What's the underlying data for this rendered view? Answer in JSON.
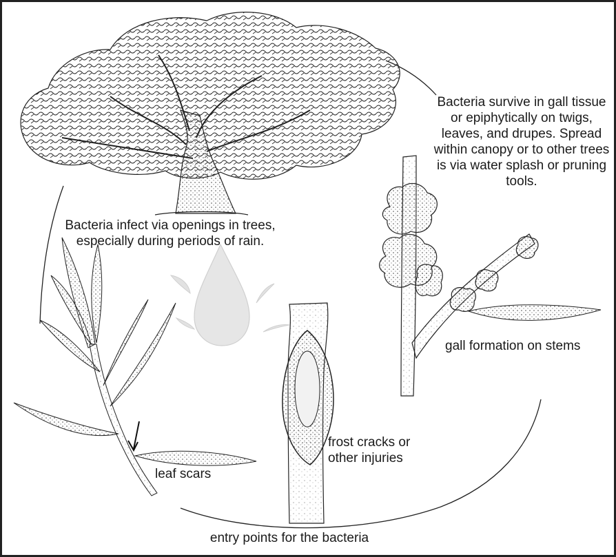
{
  "labels": {
    "survive": "Bacteria survive in gall tissue or epiphytically on twigs, leaves, and drupes. Spread within canopy or to other trees is via water splash or pruning tools.",
    "infect": "Bacteria infect via openings in trees, especially during periods of rain.",
    "gall": "gall formation on stems",
    "frost": "frost cracks or other injuries",
    "leaf_scars": "leaf scars",
    "entry": "entry points for the bacteria"
  },
  "colors": {
    "ink": "#1a1a1a",
    "stipple": "#555555",
    "water": "#e6e6e6",
    "border": "#222222"
  },
  "illustrations": [
    "olive-tree",
    "olive-twig-with-leaves",
    "water-droplet",
    "bark-with-frost-crack",
    "stem-with-galls"
  ]
}
